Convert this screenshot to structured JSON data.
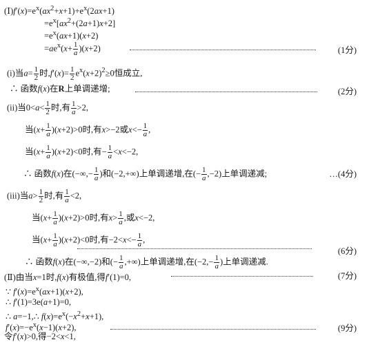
{
  "lines": [
    "(Ⅰ)f′(x)=eˣ(ax²+x+1)+eˣ(2ax+1)",
    "=eˣ[ax²+(2a+1)x+2]",
    "=eˣ(ax+1)(x+2)",
    "=aeˣ(x+1/a)(x+2)",
    "(1分)",
    "(i)当a=1/2时,f′(x)=1/2eˣ(x+2)²≥0恒成立,",
    "∴ 函数f(x)在R上单调递增;",
    "(2分)",
    "(ii)当0<a<1/2时,有1/a>2,",
    "当(x+1/a)(x+2)>0时,有x>−2或x<−1/a,",
    "当(x+1/a)(x+2)<0时,有−1/a<x<−2,",
    "∴ 函数f(x)在(−∞,−1/a)和(−2,+∞)上单调递增,在(−1/a,−2)上单调递减;",
    "…(4分)",
    "(iii)当a>1/2时,有1/a<2,",
    "当(x+1/a)(x+2)>0时,有x>1/a,或x<−2,",
    "当(x+1/a)(x+2)<0时,有−2<x<−1/a,",
    "∴ 函数f(x)在(−∞,−2)和(−1/a,+∞)上单调递增,在(−2,−1/a)上单调递减.",
    "(6分)",
    "(Ⅱ)由当x=1时,f(x)有极值,得f′(1)=0,",
    "(7分)",
    "∵ f′(x)=eˣ(ax+1)(x+2),",
    "∴ f′(1)=3e(a+1)=0,",
    "∴ a=−1,∴ f(x)=eˣ(−x²+x+1),",
    "f′(x)=−eˣ(x−1)(x+2),",
    "(9分)",
    "令f′(x)>0,得−2<x<1,"
  ]
}
